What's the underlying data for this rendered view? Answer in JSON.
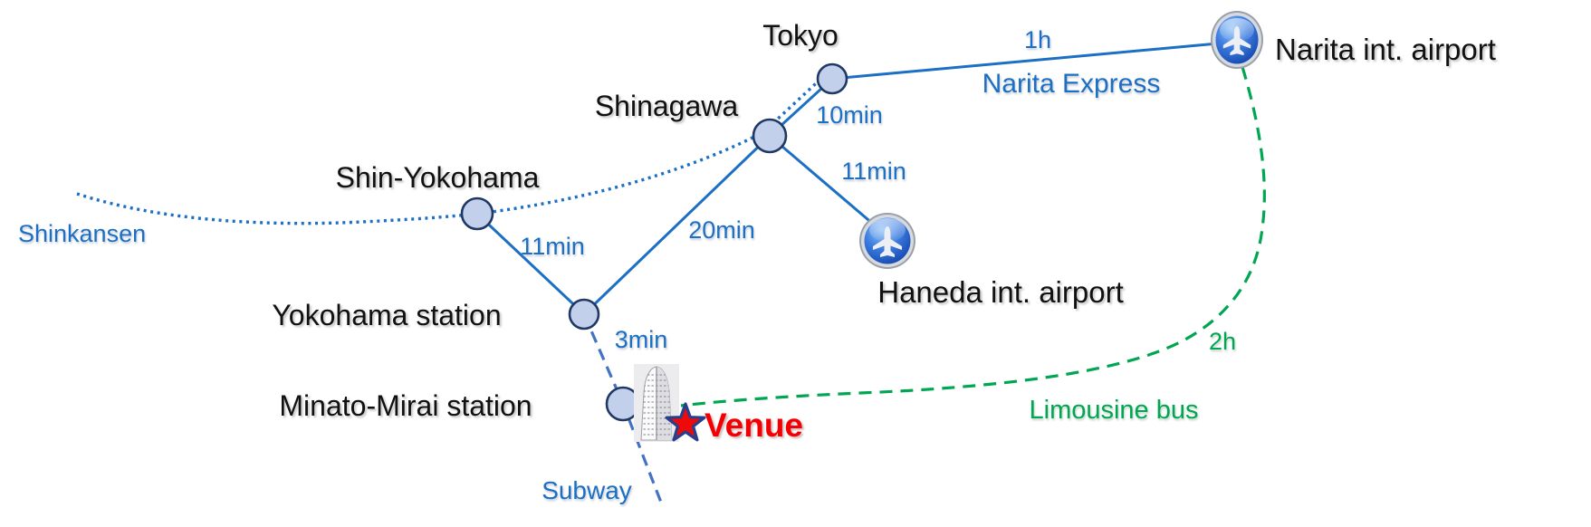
{
  "diagram": {
    "stations": {
      "tokyo": {
        "label": "Tokyo"
      },
      "shinagawa": {
        "label": "Shinagawa"
      },
      "shin_yokohama": {
        "label": "Shin-Yokohama"
      },
      "yokohama": {
        "label": "Yokohama station"
      },
      "minato_mirai": {
        "label": "Minato-Mirai station"
      }
    },
    "airports": {
      "narita": {
        "label": "Narita int. airport"
      },
      "haneda": {
        "label": "Haneda int. airport"
      }
    },
    "venue": {
      "label": "Venue"
    },
    "routes": {
      "shinkansen": {
        "label": "Shinkansen"
      },
      "narita_express": {
        "label": "Narita Express"
      },
      "subway": {
        "label": "Subway"
      },
      "limousine_bus": {
        "label": "Limousine bus"
      }
    },
    "durations": {
      "tokyo_narita": "1h",
      "shinagawa_tokyo": "10min",
      "shinagawa_haneda": "11min",
      "shinagawa_yokohama": "20min",
      "shin_yokohama_yokohama": "11min",
      "yokohama_minato_mirai": "3min",
      "narita_venue_bus": "2h"
    },
    "icons": {
      "airplane": "airplane badge",
      "venue_building": "skyscraper",
      "venue_star": "red star"
    },
    "colors": {
      "line_blue": "#1B6FC4",
      "subway_blue": "#4472C4",
      "bus_green": "#00A651",
      "text_blue": "#1C6FC2",
      "text_green": "#00A651",
      "venue_red": "#F50002",
      "node_fill": "#C3D0EB",
      "node_stroke": "#1F3864"
    }
  }
}
